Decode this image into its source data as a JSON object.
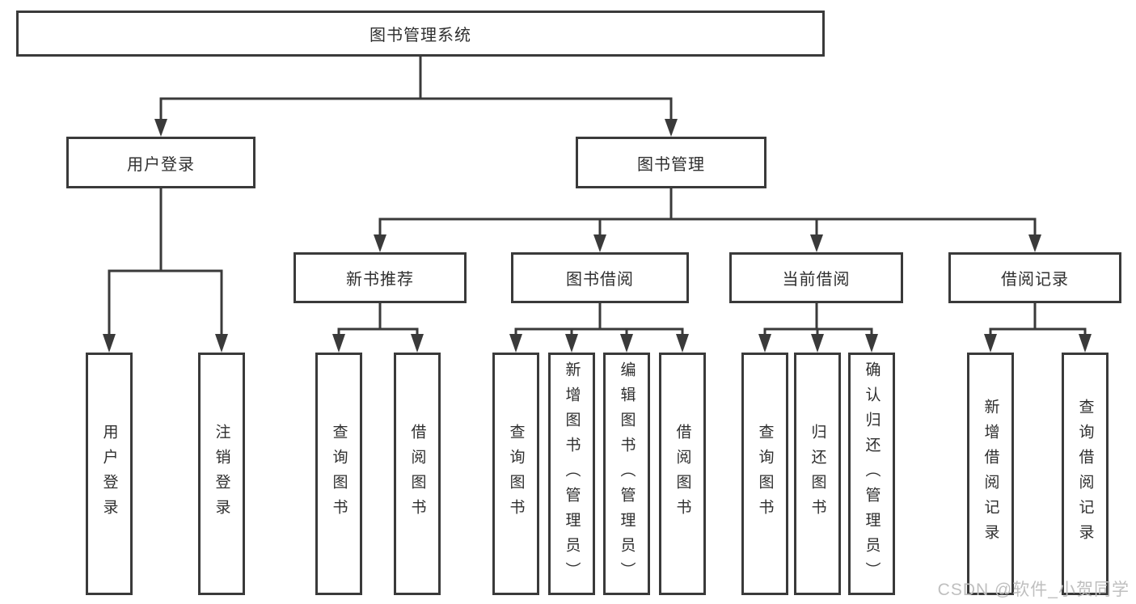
{
  "watermark": "CSDN @软件_小贺同学",
  "colors": {
    "line": "#3a3a3a",
    "text": "#2f2f2f",
    "background": "#ffffff",
    "watermark": "#bfbfbf"
  },
  "tree": {
    "root": {
      "label": "图书管理系统"
    },
    "branches": [
      {
        "label": "用户登录",
        "children": [
          {
            "label": "用户登录"
          },
          {
            "label": "注销登录"
          }
        ]
      },
      {
        "label": "图书管理",
        "groups": [
          {
            "label": "新书推荐",
            "children": [
              {
                "label": "查询图书"
              },
              {
                "label": "借阅图书"
              }
            ]
          },
          {
            "label": "图书借阅",
            "children": [
              {
                "label": "查询图书"
              },
              {
                "label": "新增图书（管理员）"
              },
              {
                "label": "编辑图书（管理员）"
              },
              {
                "label": "借阅图书"
              }
            ]
          },
          {
            "label": "当前借阅",
            "children": [
              {
                "label": "查询图书"
              },
              {
                "label": "归还图书"
              },
              {
                "label": "确认归还（管理员）"
              }
            ]
          },
          {
            "label": "借阅记录",
            "children": [
              {
                "label": "新增借阅记录"
              },
              {
                "label": "查询借阅记录"
              }
            ]
          }
        ]
      }
    ]
  }
}
